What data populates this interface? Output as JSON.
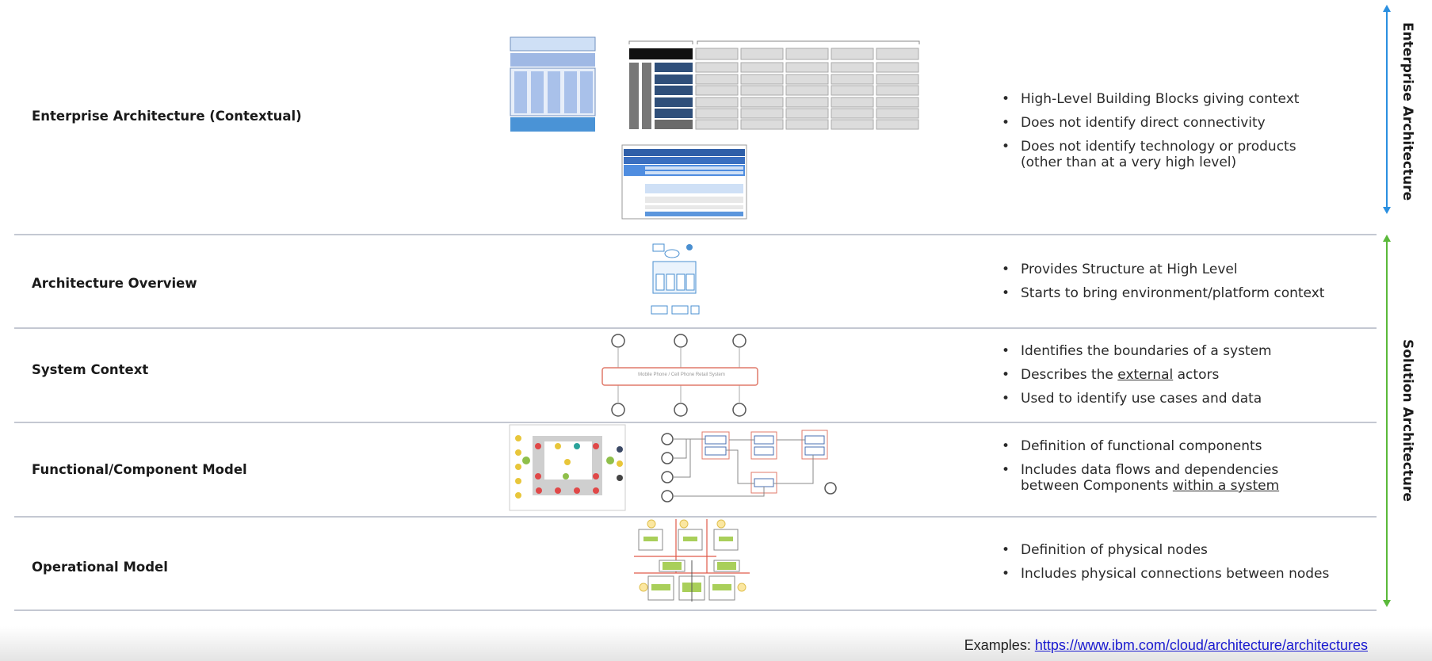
{
  "rows": [
    {
      "label": "Enterprise Architecture (Contextual)",
      "bullets": [
        "High-Level Building Blocks giving context",
        "Does not identify direct connectivity",
        "Does not identify technology or products"
      ],
      "bullet_continuation": "(other than at a very high level)"
    },
    {
      "label": "Architecture Overview",
      "bullets": [
        "Provides Structure at High Level",
        "Starts to bring environment/platform context"
      ]
    },
    {
      "label": "System Context",
      "bullets_parts": [
        {
          "text": "Identifies the boundaries of a system"
        },
        {
          "pre": "Describes the ",
          "emph": "external",
          "post": " actors"
        },
        {
          "text": "Used to identify use cases and data"
        }
      ],
      "thumbnail_caption": "Mobile Phone / Cell Phone Retail System"
    },
    {
      "label": "Functional/Component Model",
      "bullets": [
        "Definition of functional components"
      ],
      "bullet2": {
        "pre": "Includes data flows and dependencies",
        "line2_pre": "between Components ",
        "emph": "within a system"
      }
    },
    {
      "label": "Operational Model",
      "bullets": [
        "Definition of physical nodes",
        "Includes physical connections between nodes"
      ]
    }
  ],
  "side_labels": {
    "enterprise": "Enterprise Architecture",
    "solution": "Solution Architecture"
  },
  "colors": {
    "enterprise_arrow": "#2a8fe0",
    "solution_arrow": "#5ab93a",
    "link": "#1a1ad0"
  },
  "footer": {
    "prefix": "Examples: ",
    "link": "https://www.ibm.com/cloud/architecture/architectures"
  }
}
